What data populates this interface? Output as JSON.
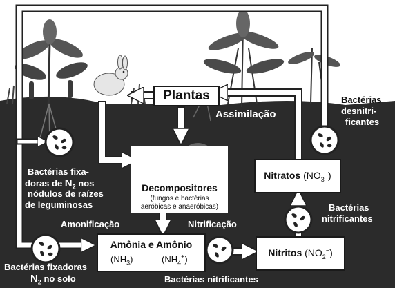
{
  "boxes": {
    "plants": "Plantas",
    "decomposers": {
      "title": "Decompositores",
      "note_line1": "(fungos e bactérias",
      "note_line2": "aeróbicas e anaeróbicas)"
    },
    "nitrates": {
      "label": "Nitratos",
      "sub": "3",
      "sup": "−"
    },
    "ammonia": {
      "title": "Amônia e Amônio",
      "nh3_sub": "3",
      "nh4_sub": "4",
      "nh4_sup": "+"
    },
    "nitrites": {
      "label": "Nitritos",
      "sub": "2",
      "sup": "−"
    }
  },
  "labels": {
    "assimilation": "Assimilação",
    "denitrifiers": {
      "line1": "Bactérias",
      "line2": "desnitri-",
      "line3": "ficantes"
    },
    "legume_fixers": {
      "line1": "Bactérias fixa-",
      "line2_pre": "doras de ",
      "line2_n": "N",
      "line2_sub": "2",
      "line2_post": " nos",
      "line3": "nódulos de raízes",
      "line4": "de leguminosas"
    },
    "ammonification": "Amonificação",
    "nitrification": "Nitrificação",
    "nitrifiers_right": {
      "line1": "Bactérias",
      "line2": "nitrificantes"
    },
    "soil_fixers": {
      "line1": "Bactérias fixadoras",
      "line2_n": "N",
      "line2_sub": "2",
      "line2_post": " no solo"
    },
    "nitrifiers_bottom": "Bactérias nitrificantes"
  }
}
